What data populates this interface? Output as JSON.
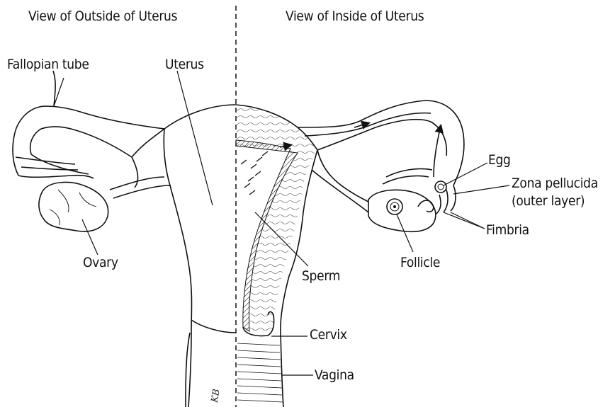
{
  "headings": {
    "left": "View of Outside of Uterus",
    "right": "View of Inside of Uterus"
  },
  "labels": {
    "fallopian_tube": "Fallopian tube",
    "uterus": "Uterus",
    "ovary": "Ovary",
    "sperm": "Sperm",
    "follicle": "Follicle",
    "egg": "Egg",
    "zona_pellucida_line1": "Zona pellucida",
    "zona_pellucida_line2": "(outer layer)",
    "fimbria": "Fimbria",
    "cervix": "Cervix",
    "vagina": "Vagina"
  },
  "signature": "KB"
}
